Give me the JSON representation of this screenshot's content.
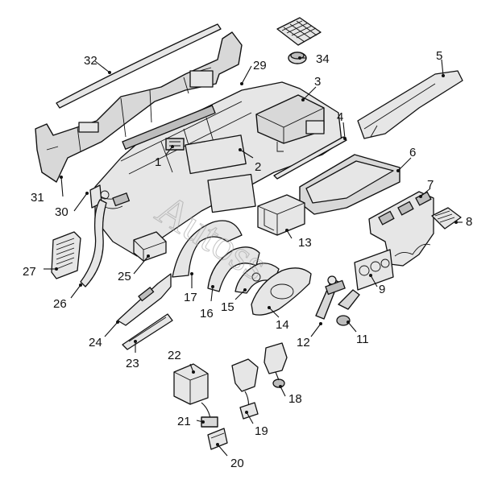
{
  "watermark": "Autoss",
  "callouts": [
    "1",
    "2",
    "3",
    "4",
    "5",
    "6",
    "7",
    "8",
    "9",
    "11",
    "12",
    "13",
    "14",
    "15",
    "16",
    "17",
    "18",
    "19",
    "20",
    "21",
    "22",
    "23",
    "24",
    "25",
    "26",
    "27",
    "29",
    "30",
    "31",
    "32",
    "34"
  ]
}
